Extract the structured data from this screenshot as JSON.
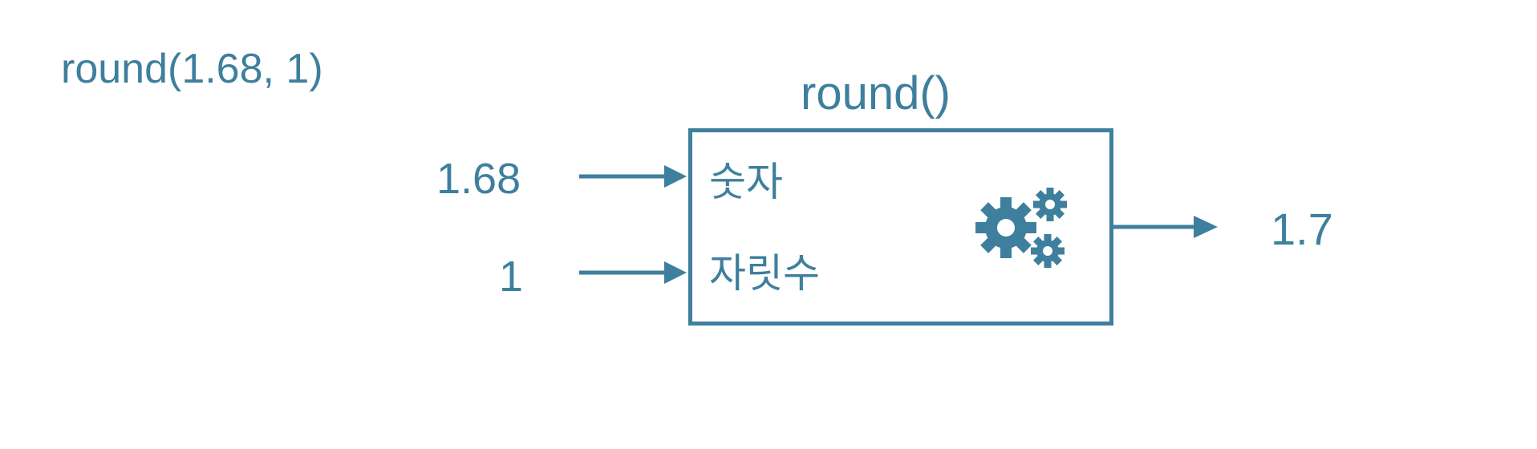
{
  "expression": "round(1.68, 1)",
  "function_name": "round()",
  "inputs": [
    {
      "value": "1.68",
      "param": "숫자"
    },
    {
      "value": "1",
      "param": "자릿수"
    }
  ],
  "output": "1.7",
  "icon": "gears-icon",
  "colors": {
    "primary": "#3f7f9e",
    "background": "#ffffff"
  }
}
